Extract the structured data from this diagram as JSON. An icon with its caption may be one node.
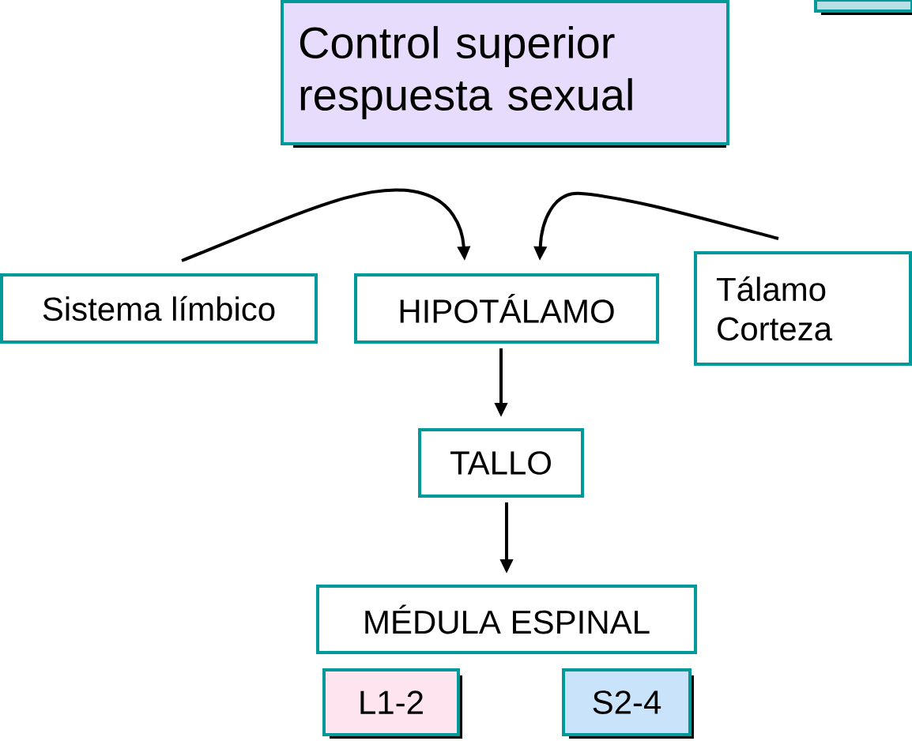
{
  "diagram": {
    "nodes": [
      {
        "text": [
          "Control superior respuesta sexual"
        ]
      },
      {
        "text": [
          "Sistema límbico"
        ]
      },
      {
        "text": [
          "HIPOTÁLAMO"
        ]
      },
      {
        "text": [
          "Tálamo Corteza"
        ]
      },
      {
        "text": [
          "TALLO"
        ]
      },
      {
        "text": [
          "MÉDULA ESPINAL"
        ]
      },
      {
        "text": [
          "L1-2"
        ]
      },
      {
        "text": [
          "S2-4"
        ]
      },
      {
        "text": [],
        "shape": "box"
      }
    ],
    "edges": [
      {
        "from": 1,
        "to": 2,
        "arrow": "to"
      },
      {
        "from": 3,
        "to": 2,
        "arrow": "to"
      },
      {
        "from": 2,
        "to": 4,
        "arrow": "to"
      },
      {
        "from": 4,
        "to": 5,
        "arrow": "to"
      }
    ]
  }
}
